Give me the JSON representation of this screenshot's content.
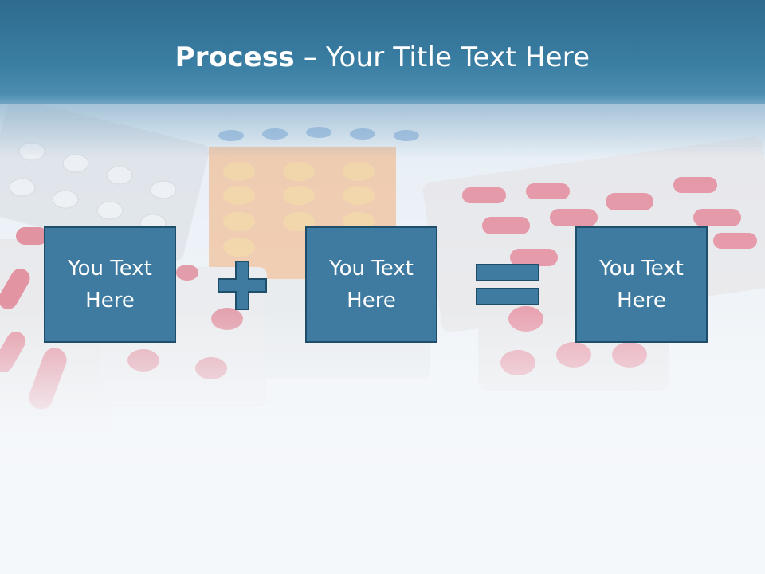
{
  "title": {
    "bold": "Process",
    "dash": " – ",
    "rest": "Your Title Text Here"
  },
  "boxes": [
    {
      "text": "You Text Here"
    },
    {
      "text": "You Text Here"
    },
    {
      "text": "You Text Here"
    }
  ],
  "operators": {
    "plus": "plus-icon",
    "equals": "equals-icon"
  },
  "colors": {
    "header": "#3a7ea3",
    "box_fill": "#3f7ba0",
    "box_border": "#1f4e6a"
  }
}
